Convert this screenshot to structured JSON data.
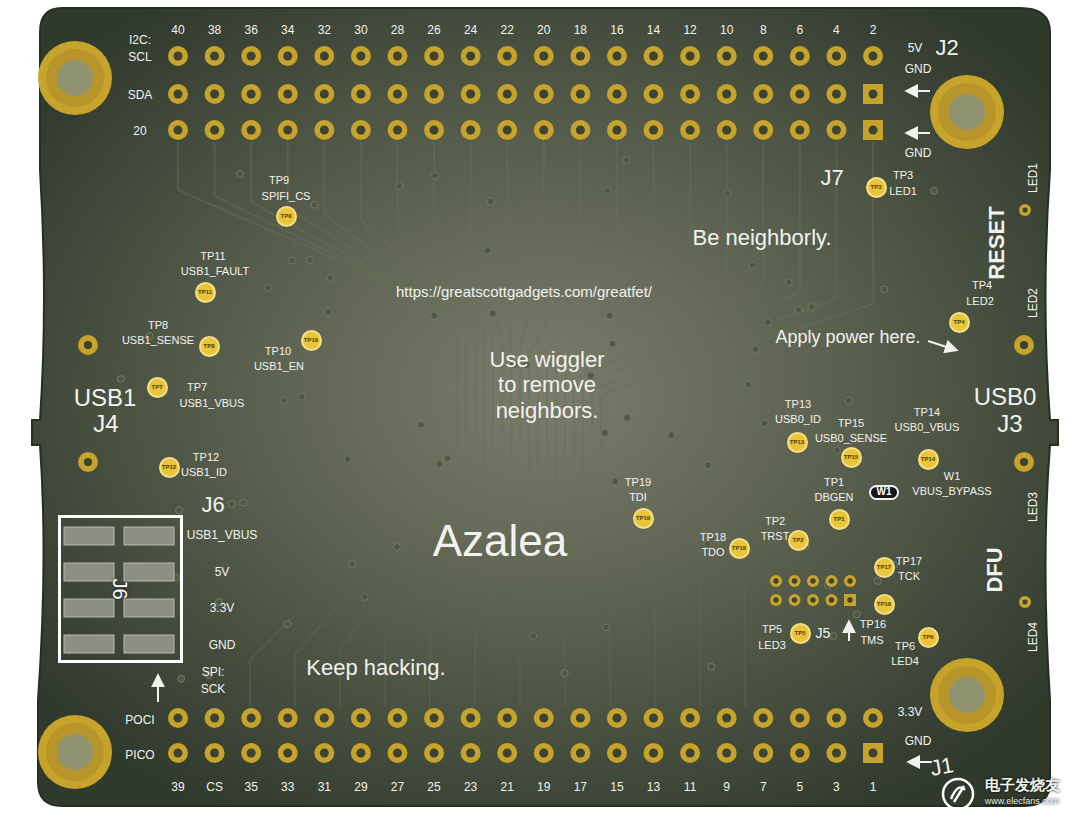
{
  "diagram": {
    "nodes": [
      {
        "text": [
          "TP3"
        ]
      },
      {
        "text": [
          "TP9"
        ]
      },
      {
        "text": [
          "TP11"
        ]
      },
      {
        "text": [
          "TP4"
        ]
      },
      {
        "text": [
          "TP10"
        ]
      },
      {
        "text": [
          "TP8"
        ]
      },
      {
        "text": [
          "TP7"
        ]
      },
      {
        "text": [
          "TP13"
        ]
      },
      {
        "text": [
          "TP15"
        ]
      },
      {
        "text": [
          "TP14"
        ]
      },
      {
        "text": [
          "TP12"
        ]
      },
      {
        "text": [
          "W1"
        ]
      },
      {
        "text": [
          "J6"
        ]
      },
      {
        "text": [
          "TP19"
        ]
      },
      {
        "text": [
          "TP1"
        ]
      },
      {
        "text": [
          "TP2"
        ]
      },
      {
        "text": [
          "TP18"
        ]
      },
      {
        "text": [
          "TP17"
        ]
      },
      {
        "text": [
          "TP16"
        ]
      },
      {
        "text": [
          "TP5"
        ]
      },
      {
        "text": [
          "TP6"
        ]
      }
    ],
    "labels": [
      "40",
      "38",
      "36",
      "34",
      "32",
      "30",
      "28",
      "26",
      "24",
      "22",
      "20",
      "18",
      "16",
      "14",
      "12",
      "10",
      "8",
      "6",
      "4",
      "2",
      "39",
      "CS",
      "35",
      "33",
      "31",
      "29",
      "27",
      "25",
      "23",
      "21",
      "19",
      "17",
      "15",
      "13",
      "11",
      "9",
      "7",
      "5",
      "3",
      "1",
      "I2C:",
      "SCL",
      "SDA",
      "20",
      "5V",
      "GND",
      "J2",
      "GND",
      "J7",
      "TP9",
      "SPIFI_CS",
      "TP3",
      "LED1",
      "LED1",
      "Be neighborly.",
      "RESET",
      "TP11",
      "USB1_FAULT",
      "https://greatscottgadgets.com/greatfet/",
      "TP4",
      "LED2",
      "LED2",
      "TP8",
      "USB1_SENSE",
      "Apply power here.",
      "TP10",
      "USB1_EN",
      "Use wiggler to remove neighbors.",
      "TP7",
      "USB1_VBUS",
      "USB1",
      "J4",
      "USB0",
      "J3",
      "TP13",
      "USB0_ID",
      "TP14",
      "USB0_VBUS",
      "TP15",
      "USB0_SENSE",
      "TP12",
      "USB1_ID",
      "W1",
      "VBUS_BYPASS",
      "TP1",
      "DBGEN",
      "TP19",
      "TDI",
      "J6",
      "LED3",
      "TP2",
      "TRST",
      "USB1_VBUS",
      "Azalea",
      "TP18",
      "TDO",
      "TP17",
      "TCK",
      "DFU",
      "5V",
      "3.3V",
      "TP16",
      "TMS",
      "TP5",
      "LED3",
      "J5",
      "LED4",
      "GND",
      "TP6",
      "LED4",
      "Keep hacking.",
      "SPI:",
      "SCK",
      "3.3V",
      "POCI",
      "GND",
      "PICO",
      "J1",
      "电子发烧友",
      "www.elecfans.com"
    ]
  }
}
